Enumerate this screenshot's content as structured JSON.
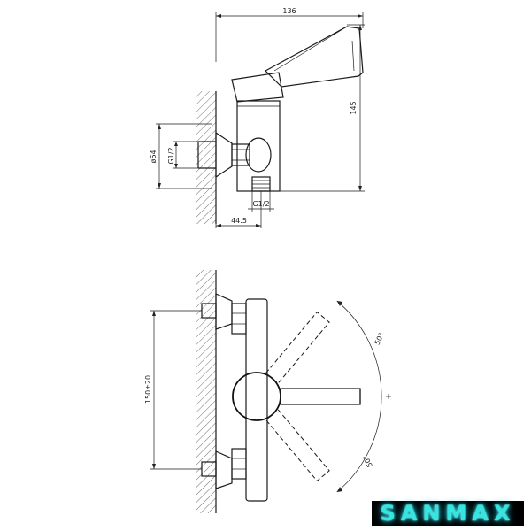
{
  "dimensions": {
    "total_width": "136",
    "height": "145",
    "flange_diameter": "ø64",
    "inlet_thread": "G1/2",
    "outlet_thread": "G1/2",
    "wall_offset": "44.5",
    "inlet_spacing": "150±20",
    "angle_up": "50°",
    "angle_down": "50°"
  },
  "brand": {
    "name": "SANMAX",
    "color": "#35e6e0"
  }
}
